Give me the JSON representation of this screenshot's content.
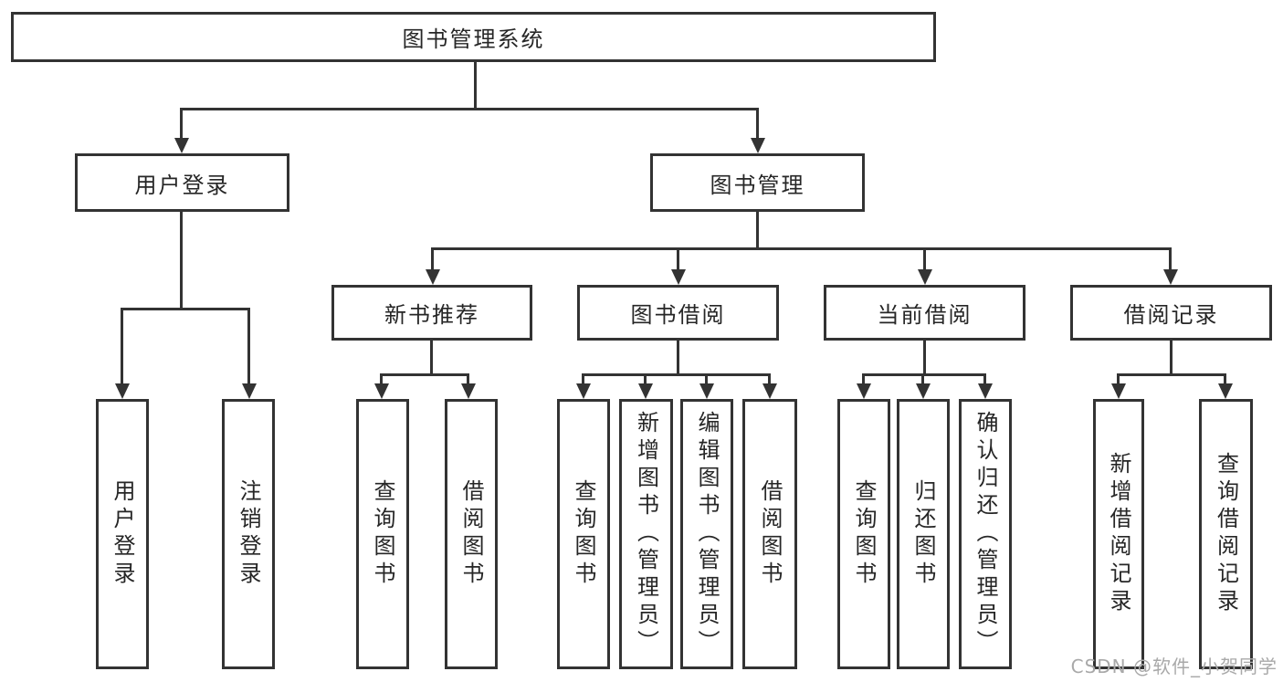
{
  "nodes": {
    "root": "图书管理系统",
    "user_login": "用户登录",
    "book_mgmt": "图书管理",
    "new_book_rec": "新书推荐",
    "book_borrow": "图书借阅",
    "current_borrow": "当前借阅",
    "borrow_record": "借阅记录",
    "leaf_user_login": "用户登录",
    "leaf_logout": "注销登录",
    "leaf_nb_query": "查询图书",
    "leaf_nb_borrow": "借阅图书",
    "leaf_bb_query": "查询图书",
    "leaf_bb_add": "新增图书（管理员）",
    "leaf_bb_edit": "编辑图书（管理员）",
    "leaf_bb_borrow": "借阅图书",
    "leaf_cb_query": "查询图书",
    "leaf_cb_return": "归还图书",
    "leaf_cb_confirm": "确认归还（管理员）",
    "leaf_br_add": "新增借阅记录",
    "leaf_br_query": "查询借阅记录"
  },
  "watermark": "CSDN @软件_小贺同学",
  "colors": {
    "line": "#333333",
    "text": "#262626",
    "watermark": "#a9a9a9",
    "background": "#ffffff"
  }
}
